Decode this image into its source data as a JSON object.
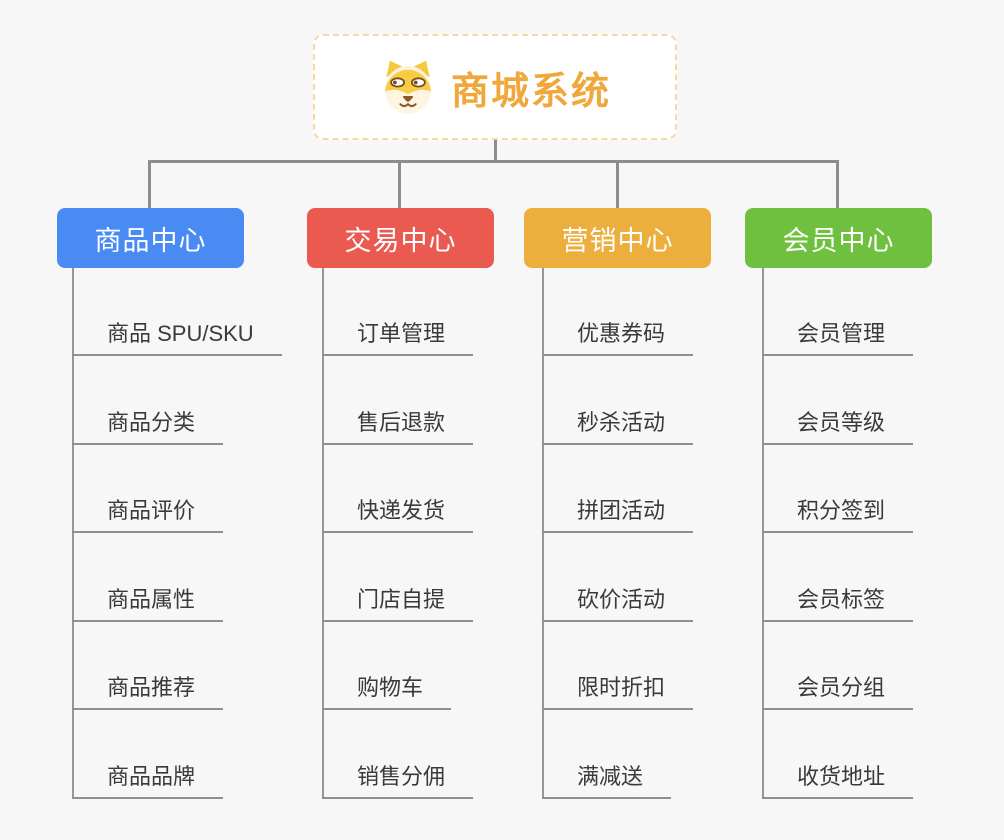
{
  "root": {
    "label": "商城系统",
    "icon": "dog-face-icon",
    "text_color": "#f0a83c",
    "border_color": "#f6d9a2",
    "background": "#ffffff"
  },
  "connector_color": "#8d8d8d",
  "page_background": "#f7f7f7",
  "child_text_color": "#3a3a3a",
  "branches": [
    {
      "label": "商品中心",
      "color": "#4a8bf3",
      "items": [
        "商品 SPU/SKU",
        "商品分类",
        "商品评价",
        "商品属性",
        "商品推荐",
        "商品品牌"
      ]
    },
    {
      "label": "交易中心",
      "color": "#ea5a51",
      "items": [
        "订单管理",
        "售后退款",
        "快递发货",
        "门店自提",
        "购物车",
        "销售分佣"
      ]
    },
    {
      "label": "营销中心",
      "color": "#ecae3d",
      "items": [
        "优惠券码",
        "秒杀活动",
        "拼团活动",
        "砍价活动",
        "限时折扣",
        "满减送"
      ]
    },
    {
      "label": "会员中心",
      "color": "#6ec03e",
      "items": [
        "会员管理",
        "会员等级",
        "积分签到",
        "会员标签",
        "会员分组",
        "收货地址"
      ]
    }
  ]
}
